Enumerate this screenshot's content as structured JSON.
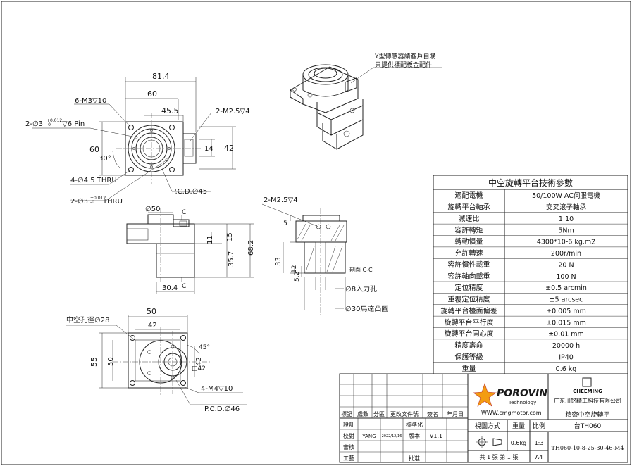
{
  "callouts": {
    "top_note_line1": "Y型傳感器請客戶自購",
    "top_note_line2": "只提供標配板金配件",
    "m3": "6-M3▽10",
    "pin": "2-∅3",
    "pin_tol": "+0.012",
    "pin_tol2": "-0",
    "pin_depth": "▽6 Pin",
    "m25_top": "2-M2.5▽4",
    "m25_sec": "2-M2.5▽4",
    "thru45": "4-∅4.5 THRU",
    "pin_thru": "2-∅3",
    "pin_thru_tol": "+0.012",
    "pin_thru_tol2": "-0",
    "pin_thru_tail": "THRU",
    "pcd45": "P.C.D.∅45",
    "angle30": "30°",
    "phi50": "∅50",
    "c": "C",
    "section": "剖面 C-C",
    "phi8": "∅8入力孔",
    "phi30": "∅30馬達凸圓",
    "hollow": "中空孔徑∅28",
    "m4": "4-M4▽10",
    "pcd46": "P.C.D.∅46",
    "angle45": "45°",
    "sq42": "□42"
  },
  "dims": {
    "d81_4": "81.4",
    "d60": "60",
    "d45_5": "45.5",
    "d60v": "60",
    "d14": "14",
    "d42": "42",
    "d5": "5",
    "d11": "11",
    "d15": "15",
    "d68_2": "68.2",
    "d35_7": "35.7",
    "d30_4": "30.4",
    "d5s": "5",
    "d33": "33",
    "d12": "12",
    "d5_2": "5.2",
    "d50": "50",
    "d42b": "42",
    "d55": "55",
    "d50v": "50",
    "d42v": "42"
  },
  "spec_table": {
    "title": "中空旋轉平台技術參數",
    "rows": [
      {
        "label": "適配電機",
        "value": "50/100W AC伺服電機"
      },
      {
        "label": "旋轉平台軸承",
        "value": "交叉滚子軸承"
      },
      {
        "label": "減速比",
        "value": "1:10"
      },
      {
        "label": "容許轉矩",
        "value": "5Nm"
      },
      {
        "label": "轉動慣量",
        "value": "4300*10-6 kg.m2"
      },
      {
        "label": "允許轉速",
        "value": "200r/min"
      },
      {
        "label": "容許慣性載重",
        "value": "20 N"
      },
      {
        "label": "容許軸向載重",
        "value": "100 N"
      },
      {
        "label": "定位精度",
        "value": "±0.5 arcmin"
      },
      {
        "label": "重覆定位精度",
        "value": "±5 arcsec"
      },
      {
        "label": "旋轉平台檯面偏差",
        "value": "±0.005 mm"
      },
      {
        "label": "旋轉平台平行度",
        "value": "±0.015 mm"
      },
      {
        "label": "旋轉平台同心度",
        "value": "±0.01 mm"
      },
      {
        "label": "精度壽命",
        "value": "20000 h"
      },
      {
        "label": "保護等級",
        "value": "IP40"
      },
      {
        "label": "重量",
        "value": "0.6 kg"
      }
    ]
  },
  "title_block": {
    "h1": "標記",
    "h2": "處數",
    "h3": "分區",
    "h4": "更改文件號",
    "h5": "簽名",
    "h6": "年月日",
    "design": "設計",
    "standard": "標準化",
    "check": "校對",
    "checker": "YANG",
    "check_date": "2022/12/16",
    "version_label": "版本",
    "version": "V1.1",
    "review": "審核",
    "process": "工藝",
    "approve": "批准",
    "logo_text": "POROVIN",
    "logo_sub": "Technology",
    "website": "WWW.cmgmotor.com",
    "view_method": "視圖方式",
    "weight_label": "重量",
    "scale_label": "比例",
    "weight": "0.6kg",
    "scale": "1:3",
    "sheets": "共 1 張  第 1 張",
    "paper": "A4",
    "company_logo": "CHEEMING",
    "company": "广东川铭精工科技有限公司",
    "product_line1": "精密中空旋轉平",
    "product_line2": "台TH060",
    "drawing_no": "TH060-10-8-25-30-46-M4"
  }
}
